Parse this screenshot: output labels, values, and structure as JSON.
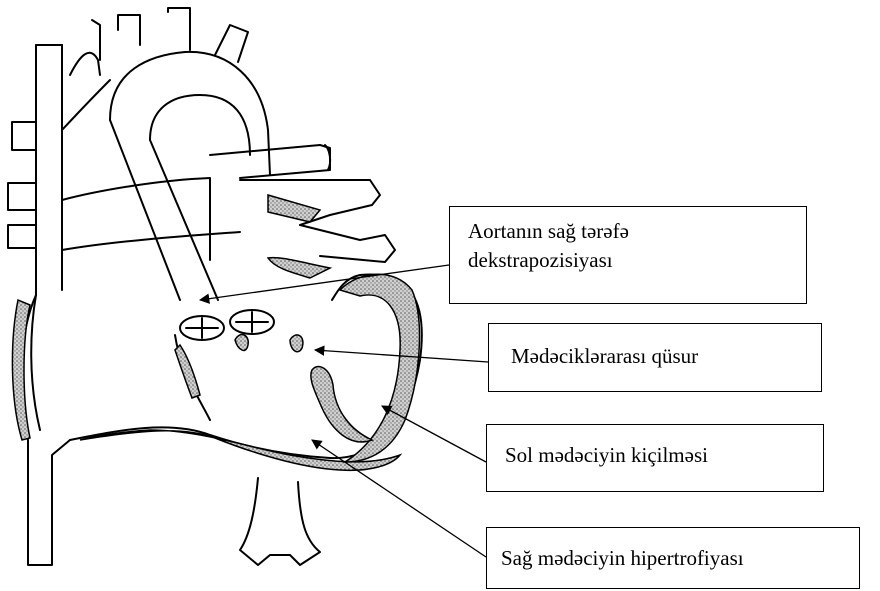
{
  "labels": {
    "aorta_line1": "Aortanın sağ tərəfə",
    "aorta_line2": "dekstrapozisiyası",
    "vsd": "Mədəciklərarası qüsur",
    "lv": "Sol mədəciyin kiçilməsi",
    "rvh": "Sağ mədəciyin hipertrofiyası"
  },
  "colors": {
    "stroke": "#000000",
    "hatch": "#8a8a8a",
    "background": "#ffffff"
  }
}
